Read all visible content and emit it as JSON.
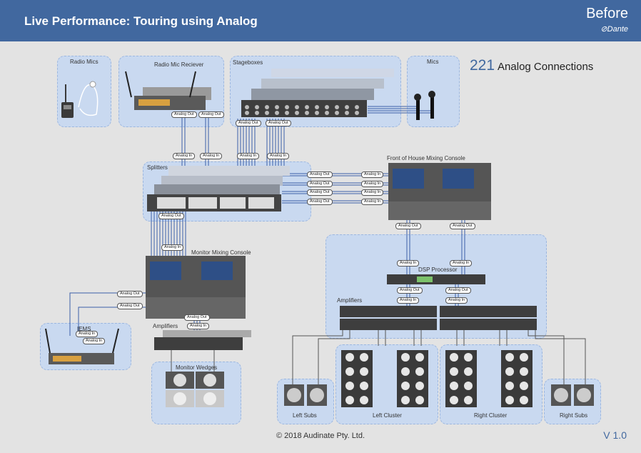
{
  "header": {
    "title": "Live Performance: Touring using Analog",
    "state_label": "Before",
    "brand": "Dante"
  },
  "summary": {
    "count": "221",
    "label": "Analog Connections"
  },
  "groups": {
    "radio_mics": "Radio Mics",
    "radio_mic_receiver": "Radio Mic Reciever",
    "stageboxes": "Stageboxes",
    "mics": "Mics",
    "splitters": "Splitters",
    "foh_console": "Front of House Mixing Console",
    "monitor_console": "Monitor Mixing Console",
    "dsp_processor": "DSP Processor",
    "amplifiers_main": "Amplifiers",
    "iems": "IEMS",
    "amplifiers_monitor": "Amplifiers",
    "monitor_wedges": "Monitor Wedges",
    "left_subs": "Left Subs",
    "left_cluster": "Left Cluster",
    "right_cluster": "Right Cluster",
    "right_subs": "Right Subs"
  },
  "tags": {
    "analog_out": "Analog Out",
    "analog_in": "Analog In"
  },
  "colors": {
    "header": "#41689f",
    "group_fill": "#c9d9f0",
    "cable": "#3b5fa8",
    "speaker_cable": "#555555"
  },
  "footer": {
    "copyright": "© 2018 Audinate Pty. Ltd.",
    "version": "V 1.0"
  }
}
